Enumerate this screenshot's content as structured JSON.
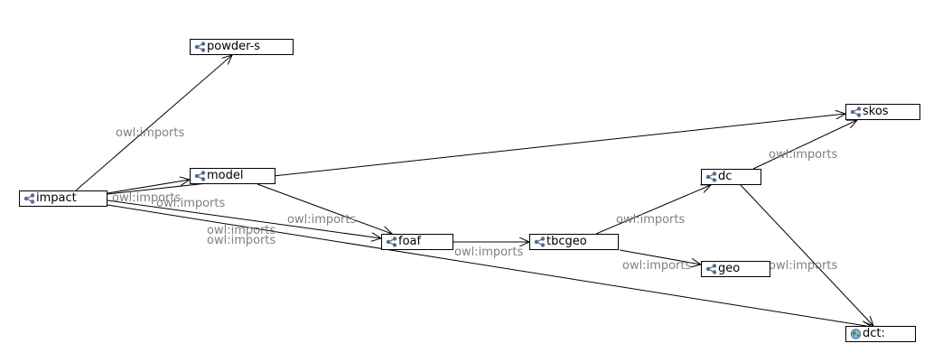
{
  "colors": {
    "edge": "#000000",
    "label": "#808080",
    "node_border": "#000000",
    "ontology_icon": "#556b8d",
    "globe_icon": "#3a8a4a"
  },
  "nodes": [
    {
      "id": "powder_s",
      "label": "powder-s",
      "icon": "ontology-icon"
    },
    {
      "id": "impact",
      "label": "impact",
      "icon": "ontology-icon"
    },
    {
      "id": "model",
      "label": "model",
      "icon": "ontology-icon"
    },
    {
      "id": "foaf",
      "label": "foaf",
      "icon": "ontology-icon"
    },
    {
      "id": "tbcgeo",
      "label": "tbcgeo",
      "icon": "ontology-icon"
    },
    {
      "id": "dc",
      "label": "dc",
      "icon": "ontology-icon"
    },
    {
      "id": "geo",
      "label": "geo",
      "icon": "ontology-icon"
    },
    {
      "id": "skos",
      "label": "skos",
      "icon": "ontology-icon"
    },
    {
      "id": "dct",
      "label": "dct:",
      "icon": "globe-icon"
    }
  ],
  "edges": [
    {
      "from": "impact",
      "to": "powder_s",
      "label": "owl:imports"
    },
    {
      "from": "impact",
      "to": "model",
      "label": "owl:imports"
    },
    {
      "from": "impact",
      "to": "skos",
      "label": "owl:imports"
    },
    {
      "from": "impact",
      "to": "foaf",
      "label": "owl:imports"
    },
    {
      "from": "impact",
      "to": "dct",
      "label": "owl:imports"
    },
    {
      "from": "model",
      "to": "foaf",
      "label": "owl:imports"
    },
    {
      "from": "foaf",
      "to": "tbcgeo",
      "label": "owl:imports"
    },
    {
      "from": "tbcgeo",
      "to": "dc",
      "label": "owl:imports"
    },
    {
      "from": "tbcgeo",
      "to": "geo",
      "label": "owl:imports"
    },
    {
      "from": "dc",
      "to": "skos",
      "label": "owl:imports"
    },
    {
      "from": "dc",
      "to": "dct",
      "label": "owl:imports"
    }
  ]
}
